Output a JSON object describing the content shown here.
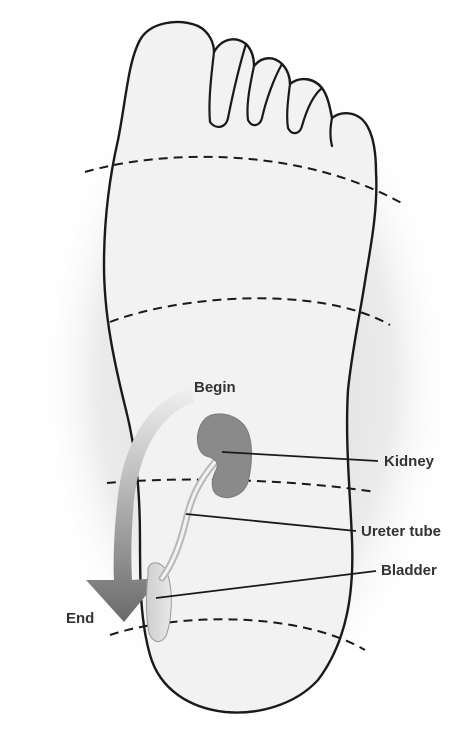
{
  "labels": {
    "begin": "Begin",
    "kidney": "Kidney",
    "ureter": "Ureter tube",
    "bladder": "Bladder",
    "end": "End"
  },
  "colors": {
    "outline": "#1a1a1a",
    "foot_fill": "#f2f2f2",
    "shadow": "#d6d6d6",
    "kidney": "#8a8a8a",
    "arrow_dark": "#6e6e6e",
    "arrow_light": "#d8d8d8",
    "text": "#333333"
  }
}
